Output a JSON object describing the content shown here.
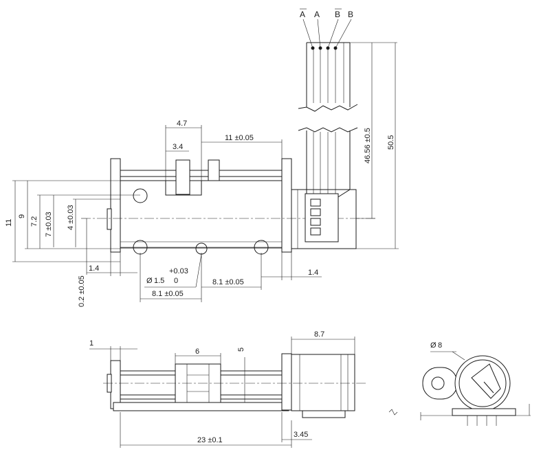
{
  "pin_labels": [
    "A",
    "A",
    "B",
    "B"
  ],
  "pin_overbar": [
    true,
    false,
    true,
    false
  ],
  "dimensions": {
    "d_4_7": "4.7",
    "d_3_4": "3.4",
    "d_11_tol": "11 ±0.05",
    "d_46_56": "46.56 ±0.5",
    "d_50_5": "50.5",
    "d_11": "11",
    "d_9": "9",
    "d_7_2": "7.2",
    "d_7_tol": "7 ±0.03",
    "d_4_tol": "4 ±0.03",
    "d_0_2": "0.2 ±0.05",
    "d_1_4_left": "1.4",
    "d_1_4_right": "1.4",
    "d_hole_dia": "1.5",
    "d_hole_tol_upper": "+0.03",
    "d_hole_tol_lower": "0",
    "d_8_1_right": "8.1 ±0.05",
    "d_8_1_left": "8.1 ±0.05",
    "d_1": "1",
    "d_6": "6",
    "d_5": "5",
    "d_8_7": "8.7",
    "d_23": "23 ±0.1",
    "d_3_45": "3.45",
    "d_dia_8": "8"
  },
  "symbols": {
    "diameter": "Ø"
  },
  "colors": {
    "line": "#1a1a1a",
    "background": "#ffffff"
  }
}
